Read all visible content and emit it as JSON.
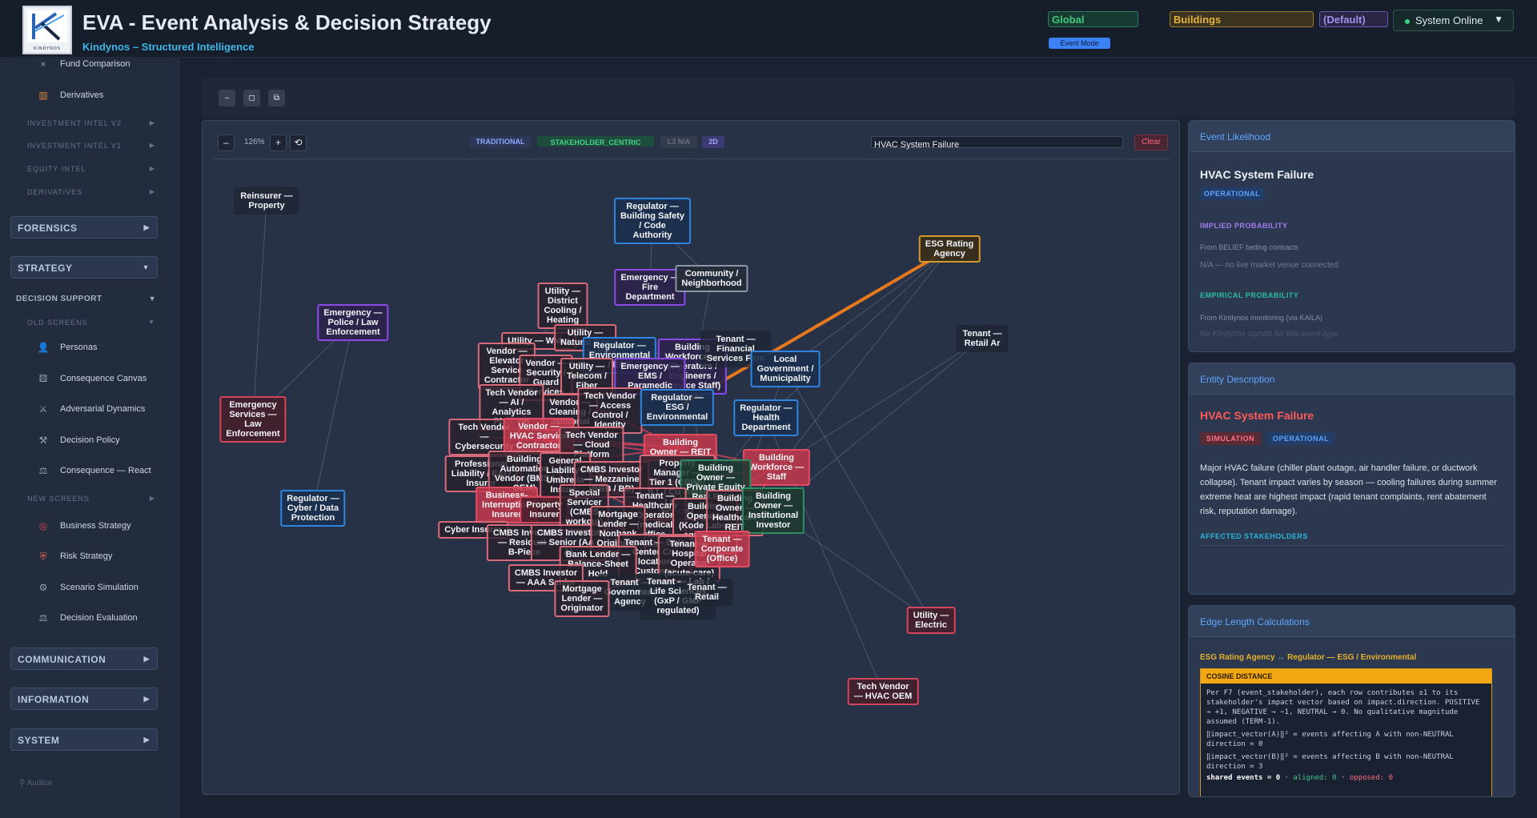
{
  "header": {
    "title": "EVA - Event Analysis & Decision Strategy",
    "subtitle": "Kindynos – Structured Intelligence",
    "logo_text": "KINDYNOS",
    "scope_select": "Global",
    "domain_select": "Buildings",
    "profile_select": "(Default)",
    "status": "System Online",
    "event_mode": "Event Mode",
    "colors": {
      "accent": "#3fb7e6",
      "online": "#3bd28b"
    }
  },
  "sidebar": {
    "top_items": [
      {
        "icon": "cross-icon",
        "glyph": "×",
        "label": "Fund Comparison"
      },
      {
        "icon": "chart-icon",
        "glyph": "▥",
        "label": "Derivatives"
      }
    ],
    "categories": [
      "INVESTMENT INTEL V2",
      "INVESTMENT INTEL V1",
      "EQUITY INTEL",
      "DERIVATIVES"
    ],
    "sections": {
      "forensics": "FORENSICS",
      "strategy": "STRATEGY",
      "communication": "COMMUNICATION",
      "information": "INFORMATION",
      "system": "SYSTEM"
    },
    "decision_support": "DECISION SUPPORT",
    "old_screens": "OLD SCREENS",
    "old_items": [
      {
        "icon": "person-icon",
        "glyph": "👤",
        "label": "Personas"
      },
      {
        "icon": "dice-icon",
        "glyph": "⚄",
        "label": "Consequence Canvas"
      },
      {
        "icon": "swords-icon",
        "glyph": "⚔",
        "label": "Adversarial Dynamics"
      },
      {
        "icon": "hammer-icon",
        "glyph": "⚒",
        "label": "Decision Policy"
      },
      {
        "icon": "scale-icon",
        "glyph": "⚖",
        "label": "Consequence — React"
      }
    ],
    "new_screens": "NEW SCREENS",
    "new_items": [
      {
        "icon": "target-icon",
        "glyph": "◎",
        "label": "Business Strategy"
      },
      {
        "icon": "shield-icon",
        "glyph": "⛨",
        "label": "Risk Strategy"
      },
      {
        "icon": "gear-icon",
        "glyph": "⚙",
        "label": "Scenario Simulation"
      },
      {
        "icon": "scale-icon",
        "glyph": "⚖",
        "label": "Decision Evaluation"
      }
    ],
    "auditor": "Auditor"
  },
  "graph": {
    "zoom": "126%",
    "modes": {
      "traditional": "TRADITIONAL",
      "stakeholder": "STAKEHOLDER_CENTRIC",
      "l3": "L3 N/A",
      "dim": "2D"
    },
    "search_value": "HVAC System Failure",
    "clear": "Clear",
    "highlight_edge_color": "#f07c1c",
    "impact_edge_color": "#e0435a",
    "nodes": [
      {
        "id": "reinsurer",
        "label": "Reinsurer —\nProperty",
        "c": "none"
      },
      {
        "id": "reg_bldg",
        "label": "Regulator —\nBuilding Safety\n/ Code\nAuthority",
        "c": "blue"
      },
      {
        "id": "esg_agency",
        "label": "ESG Rating\nAgency",
        "c": "gold"
      },
      {
        "id": "emerg_fire",
        "label": "Emergency —\nFire\nDepartment",
        "c": "purple"
      },
      {
        "id": "community",
        "label": "Community /\nNeighborhood",
        "c": "gray"
      },
      {
        "id": "util_cool",
        "label": "Utility —\nDistrict\nCooling /\nHeating",
        "c": "pink"
      },
      {
        "id": "emerg_police",
        "label": "Emergency —\nPolice / Law\nEnforcement",
        "c": "purple"
      },
      {
        "id": "util_water",
        "label": "Utility — Water",
        "c": "pink"
      },
      {
        "id": "util_gas",
        "label": "Utility —\nNatural Gas",
        "c": "pink"
      },
      {
        "id": "tenant_retail_ar",
        "label": "Tenant —\nRetail Ar",
        "c": "none"
      },
      {
        "id": "reg_env",
        "label": "Regulator —\nEnvironmental\n/ ESG",
        "c": "blue"
      },
      {
        "id": "bldg_workforce_ops",
        "label": "Building\nWorkforce —\n(Operators /\nEngineers /\nService Staff)",
        "c": "purple"
      },
      {
        "id": "tenant_fin",
        "label": "Tenant —\nFinancial\nServices Firm",
        "c": "none"
      },
      {
        "id": "local_gov",
        "label": "Local\nGovernment /\nMunicipality",
        "c": "blue"
      },
      {
        "id": "vendor_elev",
        "label": "Vendor —\nElevator\nService\nContractor",
        "c": "pink"
      },
      {
        "id": "vendor_sec",
        "label": "Vendor —\nSecurity /\nGuard\nServices",
        "c": "pink"
      },
      {
        "id": "util_tel",
        "label": "Utility —\nTelecom /\nFiber",
        "c": "pink"
      },
      {
        "id": "emerg_ems",
        "label": "Emergency —\nEMS /\nParamedic",
        "c": "purple"
      },
      {
        "id": "tv_ai",
        "label": "Tech Vendor\n— AI /\nAnalytics\nPlatform",
        "c": "pink"
      },
      {
        "id": "vendor_clean",
        "label": "Vendor —\nCleaning /\nJanitorial",
        "c": "pink"
      },
      {
        "id": "tv_access",
        "label": "Tech Vendor\n— Access\nControl /\nIdentity",
        "c": "pink"
      },
      {
        "id": "reg_esg",
        "label": "Regulator —\nESG /\nEnvironmental",
        "c": "blue"
      },
      {
        "id": "reg_health",
        "label": "Regulator —\nHealth\nDepartment",
        "c": "blue"
      },
      {
        "id": "emerg_svc",
        "label": "Emergency\nServices —\nLaw\nEnforcement",
        "c": "red"
      },
      {
        "id": "tv_cyber",
        "label": "Tech Vendor\n—\nCybersecurity",
        "c": "pink"
      },
      {
        "id": "vendor_hvac",
        "label": "Vendor —\nHVAC Service\nContractor",
        "c": "redfill"
      },
      {
        "id": "tv_cloud",
        "label": "Tech Vendor\n— Cloud\nPlatform",
        "c": "pink"
      },
      {
        "id": "owner_reit",
        "label": "Building\nOwner — REIT",
        "c": "redfill"
      },
      {
        "id": "bldg_workforce_staff",
        "label": "Building\nWorkforce —\nStaff",
        "c": "redfill"
      },
      {
        "id": "prof_liab",
        "label": "Professional\nLiability / E&O\nInsurer",
        "c": "pink"
      },
      {
        "id": "bldg_auto",
        "label": "Building\nAutomation\nVendor (BMS /\nOEM)",
        "c": "pink"
      },
      {
        "id": "gen_liab",
        "label": "General\nLiability /\nUmbrella\nInsurer",
        "c": "pink"
      },
      {
        "id": "cmbs_mezz",
        "label": "CMBS Investor\n— Mezzanine\n(BBB / BB)",
        "c": "pink"
      },
      {
        "id": "pm_tier1",
        "label": "Property\nManager —\nTier 1 (CBRE/\nJLL / Cushman\nLabs /\nScrubs)",
        "c": "pink"
      },
      {
        "id": "owner_pe",
        "label": "Building\nOwner —\nPrivate Equity\nReal Estate",
        "c": "green"
      },
      {
        "id": "reg_cyber",
        "label": "Regulator —\nCyber / Data\nProtection",
        "c": "blue"
      },
      {
        "id": "bi_insurer",
        "label": "Business-\nInterruption\nInsurer",
        "c": "redfill"
      },
      {
        "id": "prop_insurer",
        "label": "Property\nInsurer",
        "c": "red"
      },
      {
        "id": "special_servicer",
        "label": "Special\nServicer\n(CMBS\nworkout)",
        "c": "pink"
      },
      {
        "id": "tenant_health",
        "label": "Tenant —\nHealthcare\nOperator\n(medical\noffice,\nambulatory)",
        "c": "pink"
      },
      {
        "id": "bldg_operator",
        "label": "Building\nOperator\n(Kode Labs /\nequivalent\nplatform)",
        "c": "pink"
      },
      {
        "id": "owner_healthcare",
        "label": "Building\nOwner —\nHealthcare\nREIT",
        "c": "pink"
      },
      {
        "id": "owner_inst",
        "label": "Building\nOwner —\nInstitutional\nInvestor",
        "c": "green"
      },
      {
        "id": "cyber_insurer",
        "label": "Cyber Insurer",
        "c": "pink"
      },
      {
        "id": "cmbs_residual",
        "label": "CMBS Investor\n— Residual /\nB-Piece",
        "c": "pink"
      },
      {
        "id": "cmbs_senior",
        "label": "CMBS Investor\n— Senior (AA /\nA)",
        "c": "pink"
      },
      {
        "id": "mort_nonbank",
        "label": "Mortgage\nLender —\nNonbank\nOriginator",
        "c": "pink"
      },
      {
        "id": "tenant_data",
        "label": "Tenant — Data\nCenter Co-\nlocation\nCustomer",
        "c": "pink"
      },
      {
        "id": "tenant_hospital",
        "label": "Tenant —\nHospital\nOperator\n(acute-care)",
        "c": "pink"
      },
      {
        "id": "tenant_corp",
        "label": "Tenant —\nCorporate\n(Office)",
        "c": "redfill"
      },
      {
        "id": "bank_lender",
        "label": "Bank Lender —\nBalance-Sheet\nHold",
        "c": "pink"
      },
      {
        "id": "cmbs_aaa",
        "label": "CMBS Investor\n— AAA Senior",
        "c": "pink"
      },
      {
        "id": "tenant_gov",
        "label": "Tenant —\nGovernment\nAgency",
        "c": "none"
      },
      {
        "id": "tenant_lab",
        "label": "Tenant — Lab /\nLife Sciences\n(GxP / GMP\nregulated)",
        "c": "none"
      },
      {
        "id": "tenant_retail",
        "label": "Tenant —\nRetail",
        "c": "none"
      },
      {
        "id": "mort_orig",
        "label": "Mortgage\nLender —\nOriginator",
        "c": "pink"
      },
      {
        "id": "util_elec",
        "label": "Utility —\nElectric",
        "c": "red"
      },
      {
        "id": "tv_hvac_oem",
        "label": "Tech Vendor\n— HVAC OEM",
        "c": "red"
      }
    ]
  },
  "event_likelihood": {
    "header": "Event Likelihood",
    "event": "HVAC System Failure",
    "badge": "OPERATIONAL",
    "implied_label": "IMPLIED PROBABILITY",
    "implied_source": "From BELIEF betting contracts",
    "implied_value": "N/A — no live market venue connected",
    "empirical_label": "EMPIRICAL PROBABILITY",
    "empirical_source": "From Kindynos monitoring (via KAILA)",
    "empirical_value": "No Kindynos signals for this event type"
  },
  "entity": {
    "header": "Entity Description",
    "title": "HVAC System Failure",
    "badges": [
      "SIMULATION",
      "OPERATIONAL"
    ],
    "description": "Major HVAC failure (chiller plant outage, air handler failure, or ductwork collapse). Tenant impact varies by season — cooling failures during summer extreme heat are highest impact (rapid tenant complaints, rent abatement risk, reputation damage).",
    "affected_label": "AFFECTED STAKEHOLDERS"
  },
  "edge_calc": {
    "header": "Edge Length Calculations",
    "pair_a": "ESG Rating Agency",
    "arrow": "↔",
    "pair_b": "Regulator — ESG / Environmental",
    "box_title": "COSINE DISTANCE",
    "line1": "Per F7 (event_stakeholder), each row contributes ±1 to its stakeholder's impact vector based on impact.direction. POSITIVE → +1, NEGATIVE → −1, NEUTRAL → 0. No qualitative magnitude assumed (TERM-1).",
    "line2": "‖impact_vector(A)‖² = events affecting A with non-NEUTRAL direction = 0",
    "line3": "‖impact_vector(B)‖² = events affecting B with non-NEUTRAL direction = 3",
    "shared": "shared events = 0",
    "aligned": "aligned: 0",
    "opposed": "opposed: 0"
  }
}
